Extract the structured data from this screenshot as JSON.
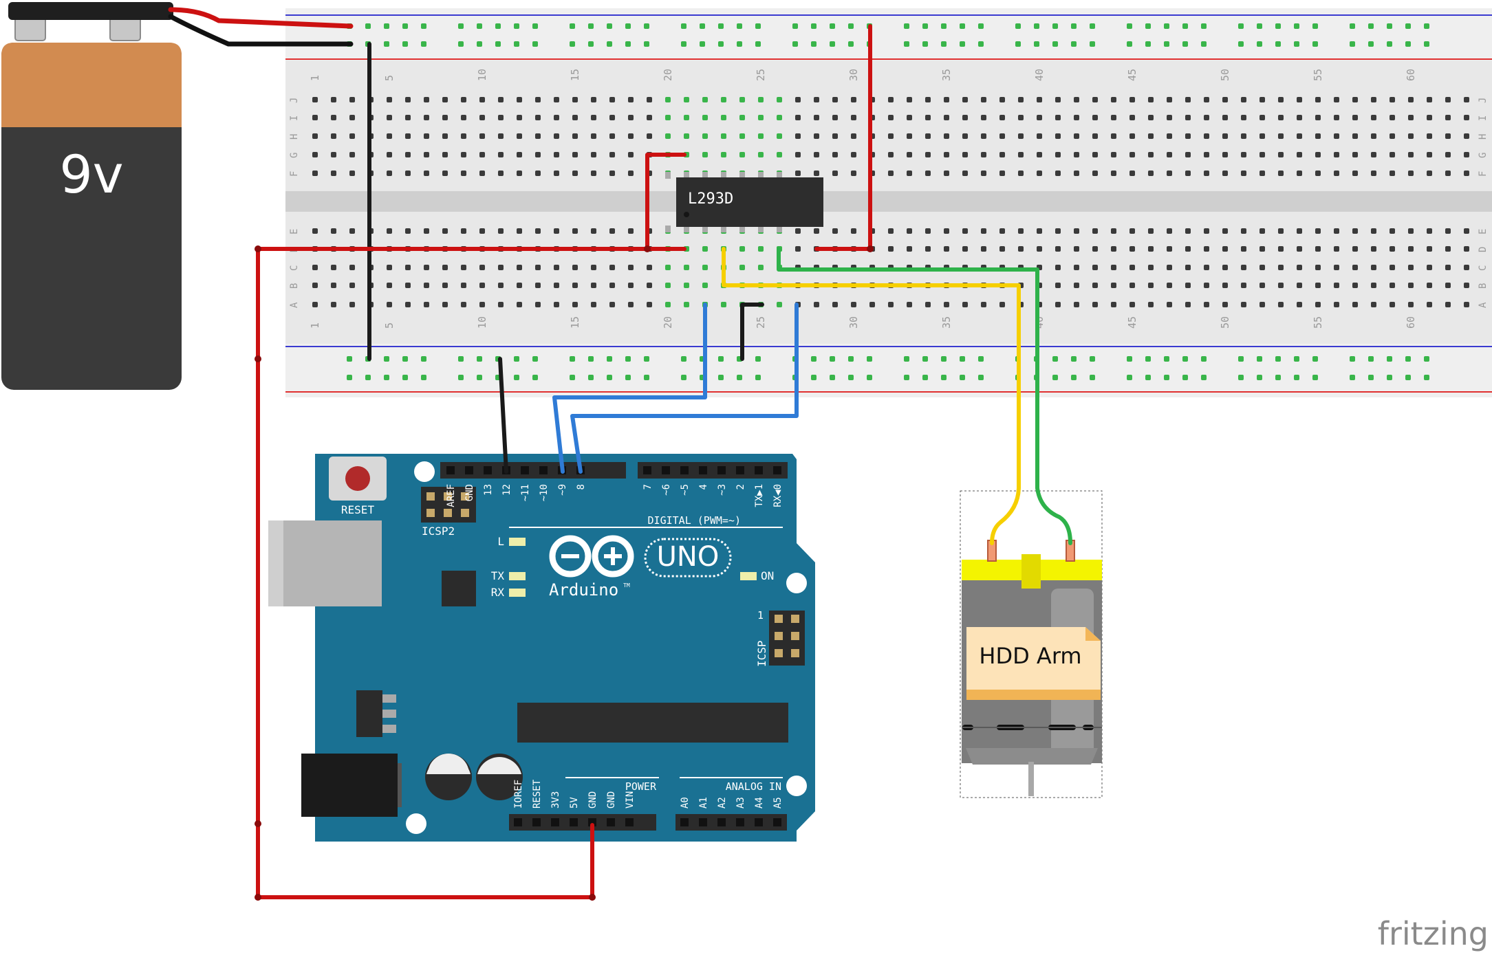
{
  "battery": {
    "label": "9v"
  },
  "breadboard": {
    "column_numbers": [
      "1",
      "5",
      "10",
      "15",
      "20",
      "25",
      "30",
      "35",
      "40",
      "45",
      "50",
      "55",
      "60"
    ],
    "top_row_letters": [
      "J",
      "I",
      "H",
      "G",
      "F"
    ],
    "bottom_row_letters": [
      "E",
      "D",
      "C",
      "B",
      "A"
    ]
  },
  "ic": {
    "label": "L293D"
  },
  "arduino": {
    "reset_label": "RESET",
    "icsp2_label": "ICSP2",
    "icsp_label": "ICSP",
    "icsp_pin1": "1",
    "logo_text": "Arduino",
    "tm": "TM",
    "uno_text": "UNO",
    "digital_label": "DIGITAL (PWM=~)",
    "power_label": "POWER",
    "analog_label": "ANALOG IN",
    "led_l": "L",
    "led_tx": "TX",
    "led_rx": "RX",
    "led_on": "ON",
    "digital_pins_left": [
      "AREF",
      "GND",
      "13",
      "12",
      "~11",
      "~10",
      "~9",
      "8"
    ],
    "digital_pins_right": [
      "7",
      "~6",
      "~5",
      "4",
      "~3",
      "2",
      "TX▶1",
      "RX◀0"
    ],
    "power_pins": [
      "IOREF",
      "RESET",
      "3V3",
      "5V",
      "GND",
      "GND",
      "VIN"
    ],
    "analog_pins": [
      "A0",
      "A1",
      "A2",
      "A3",
      "A4",
      "A5"
    ]
  },
  "motor": {
    "label": "HDD Arm"
  },
  "branding": {
    "logo": "fritzing"
  },
  "colors": {
    "wire_red": "#cc1111",
    "wire_black": "#1a1a1a",
    "wire_blue": "#2f7bd6",
    "wire_yellow": "#f6cf00",
    "wire_green": "#2eb24a",
    "arduino_board": "#1a7193",
    "breadboard": "#e6e6e6",
    "battery_top": "#d28b50",
    "battery_body": "#3a3a3a"
  }
}
